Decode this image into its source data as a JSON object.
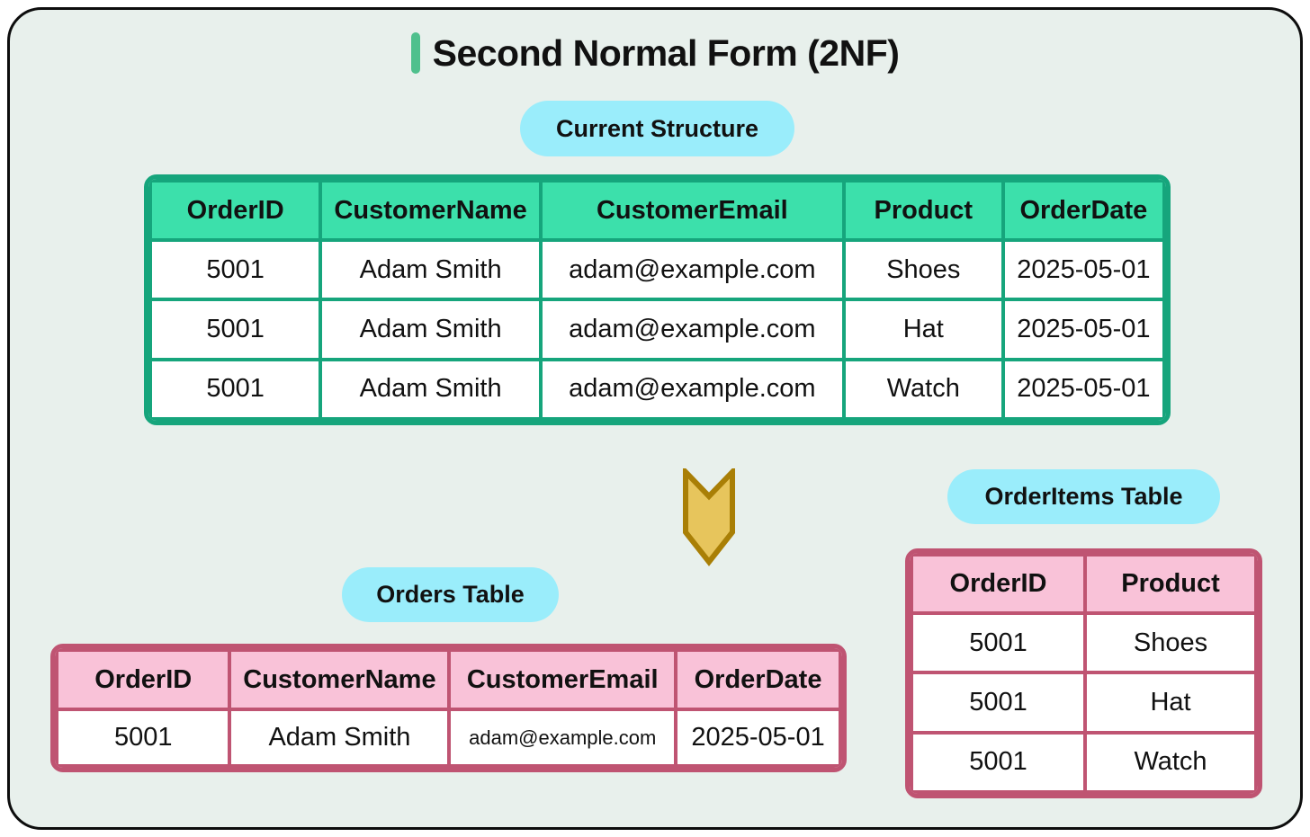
{
  "title": "Second Normal Form (2NF)",
  "labels": {
    "current_structure": "Current Structure",
    "orders_table": "Orders Table",
    "order_items_table": "OrderItems Table"
  },
  "current_table": {
    "headers": [
      "OrderID",
      "CustomerName",
      "CustomerEmail",
      "Product",
      "OrderDate"
    ],
    "rows": [
      [
        "5001",
        "Adam Smith",
        "adam@example.com",
        "Shoes",
        "2025-05-01"
      ],
      [
        "5001",
        "Adam Smith",
        "adam@example.com",
        "Hat",
        "2025-05-01"
      ],
      [
        "5001",
        "Adam Smith",
        "adam@example.com",
        "Watch",
        "2025-05-01"
      ]
    ]
  },
  "orders_table": {
    "headers": [
      "OrderID",
      "CustomerName",
      "CustomerEmail",
      "OrderDate"
    ],
    "rows": [
      [
        "5001",
        "Adam Smith",
        "adam@example.com",
        "2025-05-01"
      ]
    ]
  },
  "order_items_table": {
    "headers": [
      "OrderID",
      "Product"
    ],
    "rows": [
      [
        "5001",
        "Shoes"
      ],
      [
        "5001",
        "Hat"
      ],
      [
        "5001",
        "Watch"
      ]
    ]
  },
  "icons": {
    "arrow": "down-chevron-arrow-icon"
  },
  "colors": {
    "frame-bg": "#e8f0ec",
    "frame-border": "#0d0d0d",
    "accent-green": "#4fc08d",
    "pill-blue": "#9aedfb",
    "green-header": "#3ce0ab",
    "green-border": "#16a57c",
    "pink-header": "#f9c2d8",
    "pink-border": "#bf5472",
    "arrow-fill": "#e7c55c",
    "arrow-border": "#a97f06",
    "text": "#111111"
  }
}
